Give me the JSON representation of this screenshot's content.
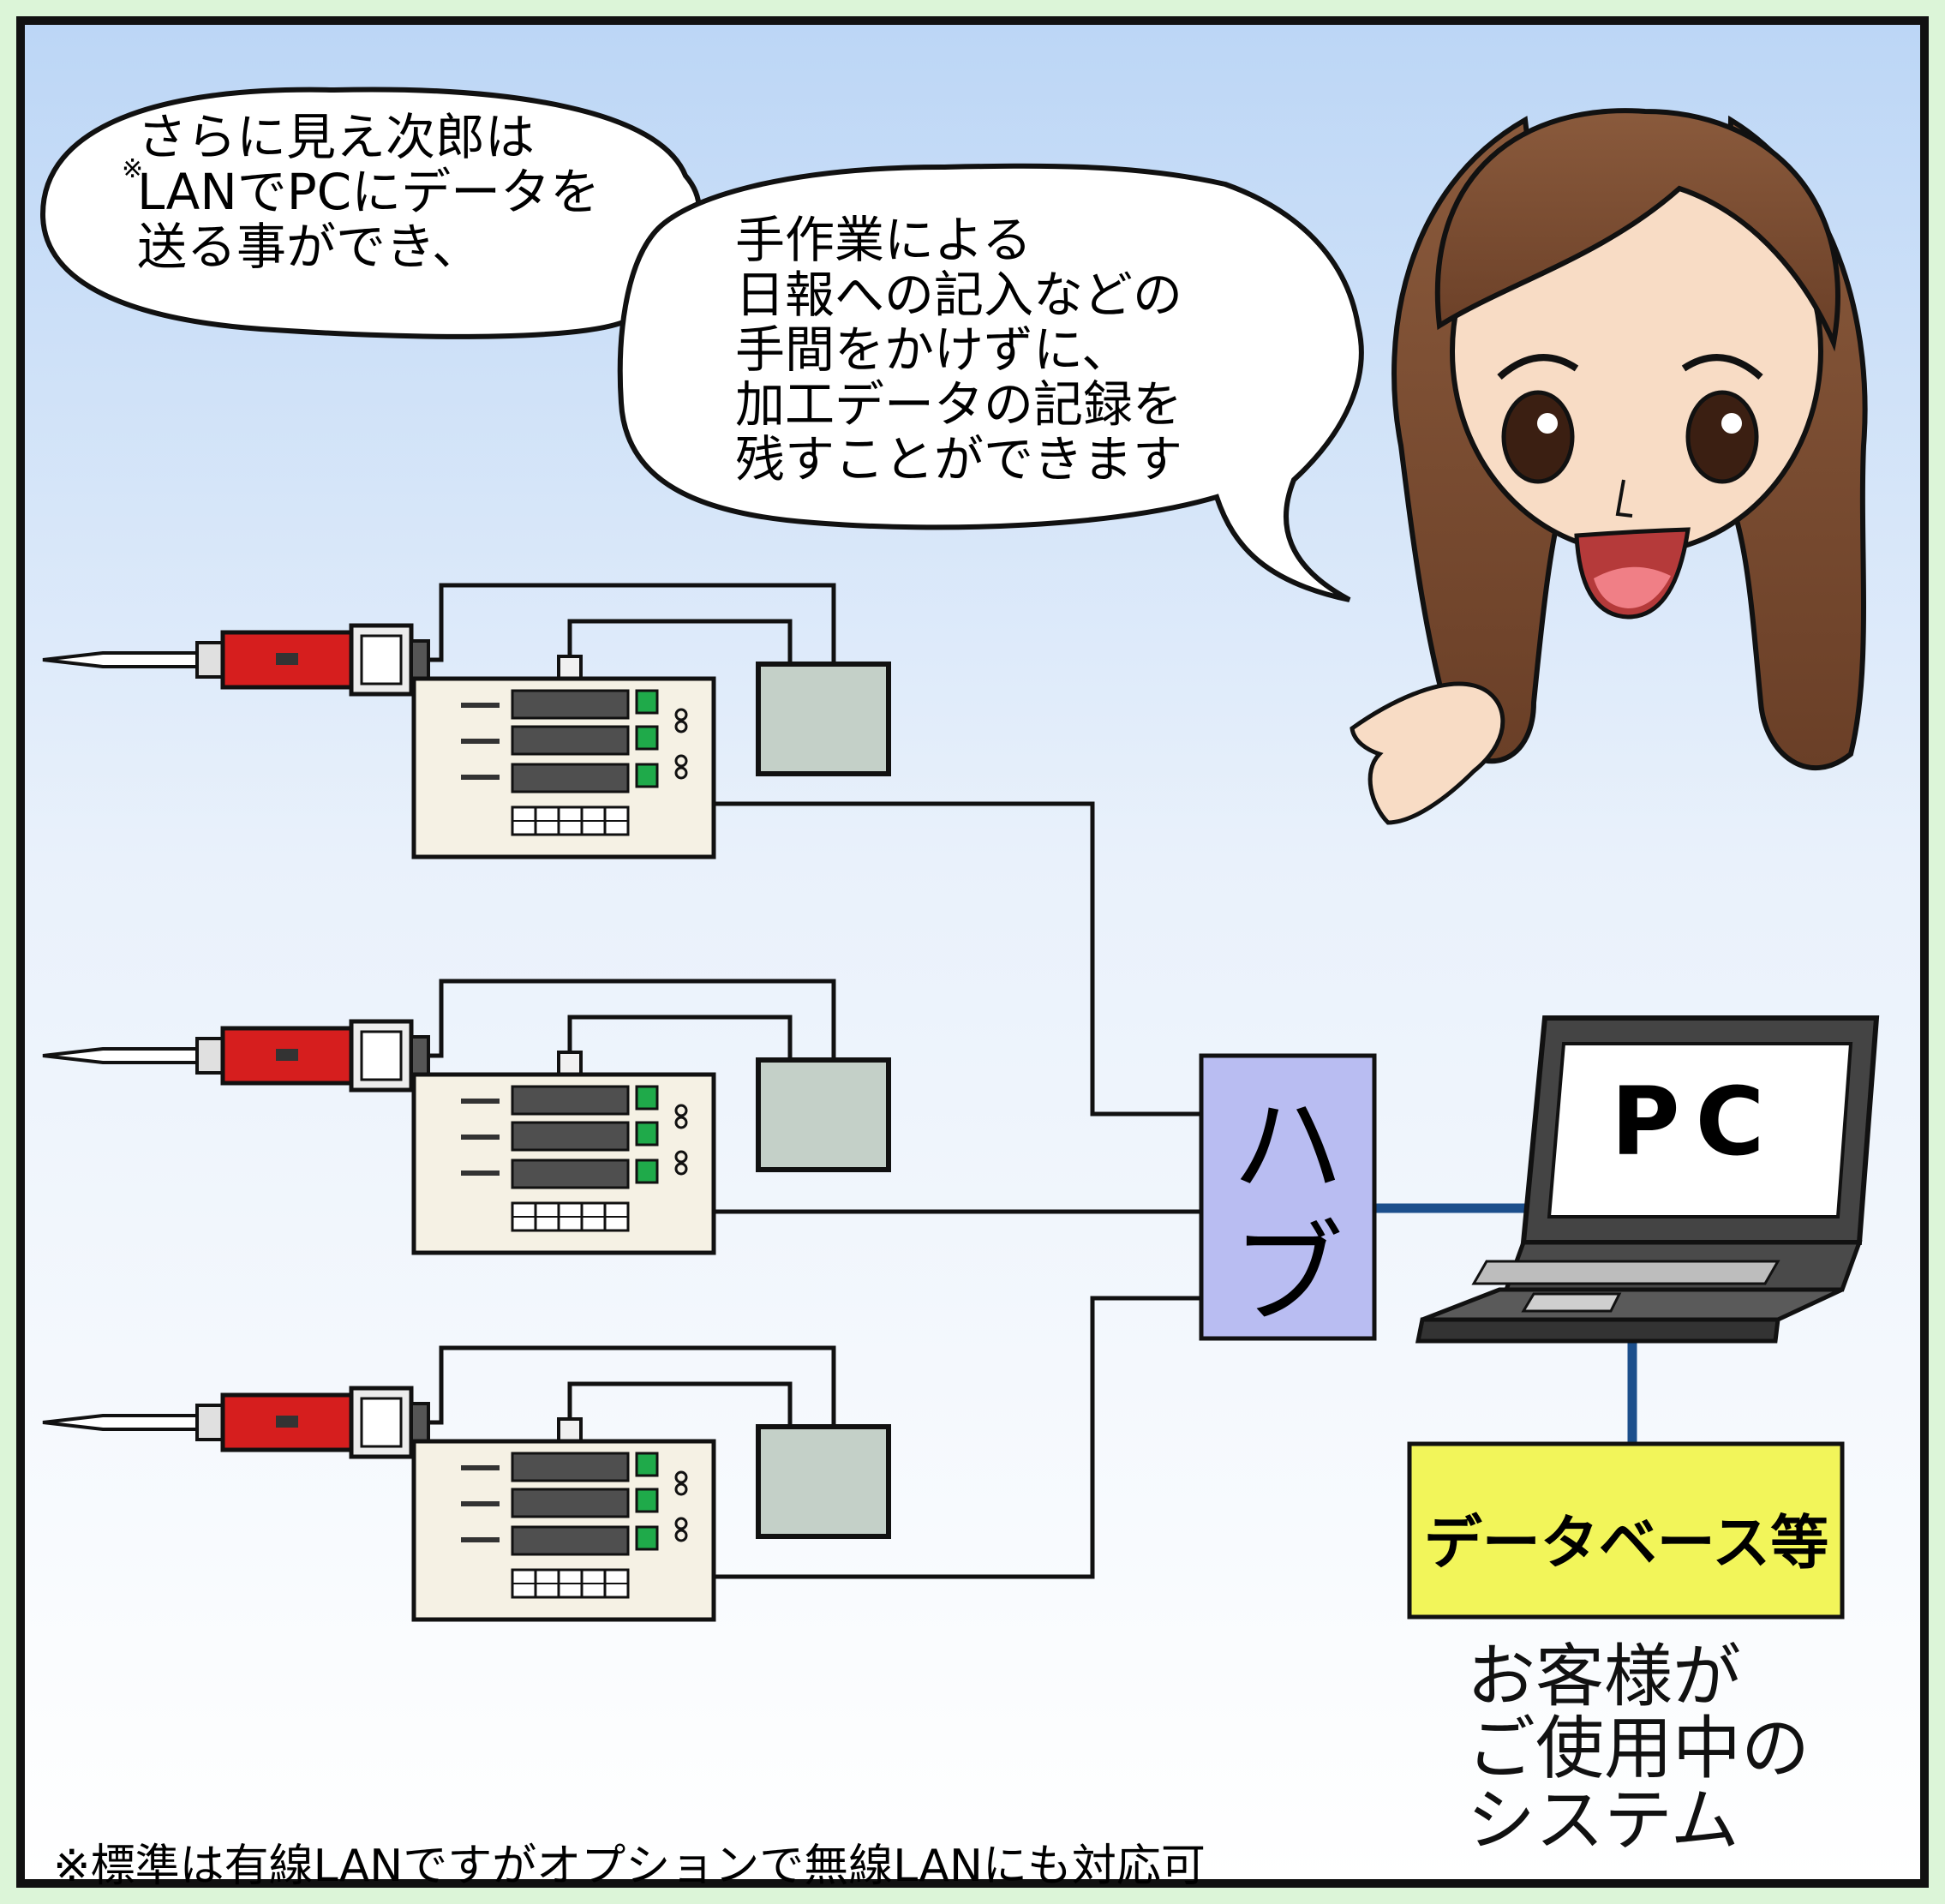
{
  "bubble_left": {
    "note_mark": "※",
    "lines": [
      "さらに見え次郎は",
      "LANでPCにデータを",
      "送る事ができ、"
    ]
  },
  "bubble_right": {
    "lines": [
      "手作業による",
      "日報への記入などの",
      "手間をかけずに、",
      "加工データの記録を",
      "残すことができます"
    ]
  },
  "hub": {
    "label_1": "ハ",
    "label_2": "ブ"
  },
  "pc": {
    "label": "PC"
  },
  "database": {
    "label": "データベース等"
  },
  "customer_system": {
    "lines": [
      "お客様が",
      "ご使用中の",
      "システム"
    ]
  },
  "footnote": "※標準は有線LANですがオプションで無線LANにも対応可",
  "colors": {
    "frame_border": "#111111",
    "hub_fill": "#b9bdf2",
    "db_fill": "#f2f55a",
    "lan_line": "#1c4f8c",
    "screwdriver_red": "#d61e1e",
    "controller_fill": "#f5f1e4",
    "sensor_box": "#c4d0c8",
    "indicator_green": "#1faa4a"
  },
  "icons": [
    "screwdriver-icon",
    "controller-icon",
    "sensor-box-icon",
    "laptop-icon",
    "woman-illustration"
  ]
}
